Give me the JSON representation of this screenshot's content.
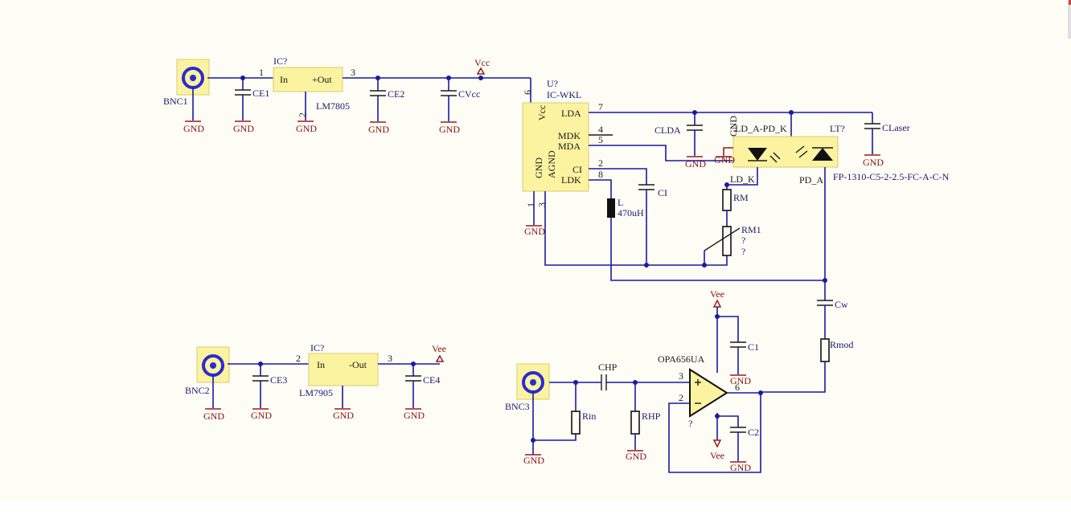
{
  "labels": {
    "bnc1": "BNC1",
    "bnc2": "BNC2",
    "bnc3": "BNC3",
    "gnd": "GND",
    "vcc": "Vcc",
    "vee": "Vee",
    "ic1_ref": "IC?",
    "ic1_part": "LM7805",
    "ic1_in": "In",
    "ic1_out": "+Out",
    "ic2_ref": "IC?",
    "ic2_part": "LM7905",
    "ic2_in": "In",
    "ic2_out": "-Out",
    "ce1": "CE1",
    "ce2": "CE2",
    "ce3": "CE3",
    "ce4": "CE4",
    "cvcc": "CVcc",
    "u_ref": "U?",
    "u_part": "IC-WKL",
    "u_vcc": "Vcc",
    "u_gnd": "GND",
    "u_agnd": "AGND",
    "u_lda": "LDA",
    "u_mdk": "MDK",
    "u_mda": "MDA",
    "u_ci": "CI",
    "u_ldk": "LDK",
    "pin1": "1",
    "pin2": "2",
    "pin3": "3",
    "pin4": "4",
    "pin5": "5",
    "pin6": "6",
    "pin7": "7",
    "pin8": "8",
    "clda": "CLDA",
    "ci": "CI",
    "l": "L",
    "l_val": "470uH",
    "rm": "RM",
    "rm1": "RM1",
    "q": "?",
    "ld_a_pd_k": "LD_A-PD_K",
    "ld_k": "LD_K",
    "pd_a": "PD_A",
    "lt_ref": "LT?",
    "lt_part": "FP-1310-C5-2-2.5-FC-A-C-N",
    "claser": "CLaser",
    "cw": "Cw",
    "rmod": "Rmod",
    "c1": "C1",
    "c2": "C2",
    "opamp": "OPA656UA",
    "chp": "CHP",
    "rin": "Rin",
    "rhp": "RHP"
  }
}
